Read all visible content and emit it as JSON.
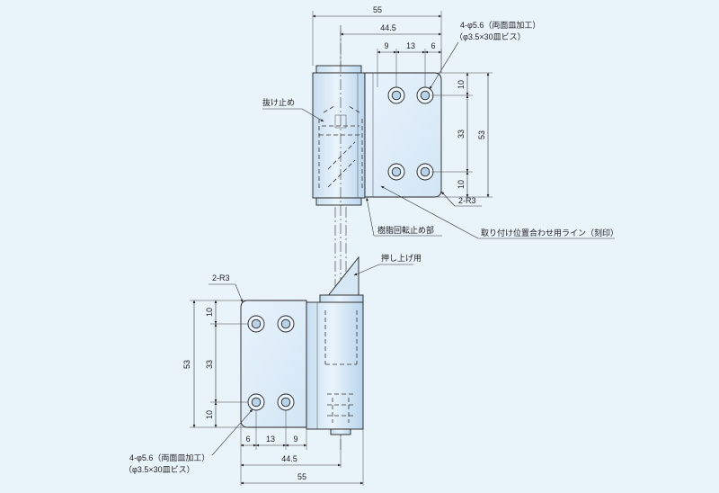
{
  "colors": {
    "background": "#e9f3fa",
    "part_fill_light": "#e6f2fb",
    "part_fill_mid": "#cfe3f3",
    "part_fill_dark": "#b7d4ec",
    "line": "#222222"
  },
  "dimensions": {
    "upper": {
      "overall_width": "55",
      "hole_pitch_width": "44.5",
      "hole_offsets": [
        "9",
        "13",
        "6"
      ],
      "right_vertical": [
        "10",
        "33",
        "10"
      ],
      "right_overall": "53"
    },
    "lower": {
      "left_vertical": [
        "10",
        "33",
        "10"
      ],
      "left_overall": "53",
      "hole_offsets": [
        "6",
        "13",
        "9"
      ],
      "hole_pitch_width": "44.5",
      "overall_width": "55"
    }
  },
  "labels": {
    "holes_upper_line1": "4-φ5.6（両面皿加工）",
    "holes_upper_line2": "（φ3.5×30皿ビス）",
    "stopper": "抜け止め",
    "corner_upper": "2-R3",
    "resin_stopper": "樹脂回転止め部",
    "mounting_line": "取り付け位置合わせ用ライン（刻印）",
    "push_up": "押し上げ用",
    "corner_lower": "2-R3",
    "holes_lower_line1": "4-φ5.6（両面皿加工）",
    "holes_lower_line2": "（φ3.5×30皿ビス）"
  }
}
